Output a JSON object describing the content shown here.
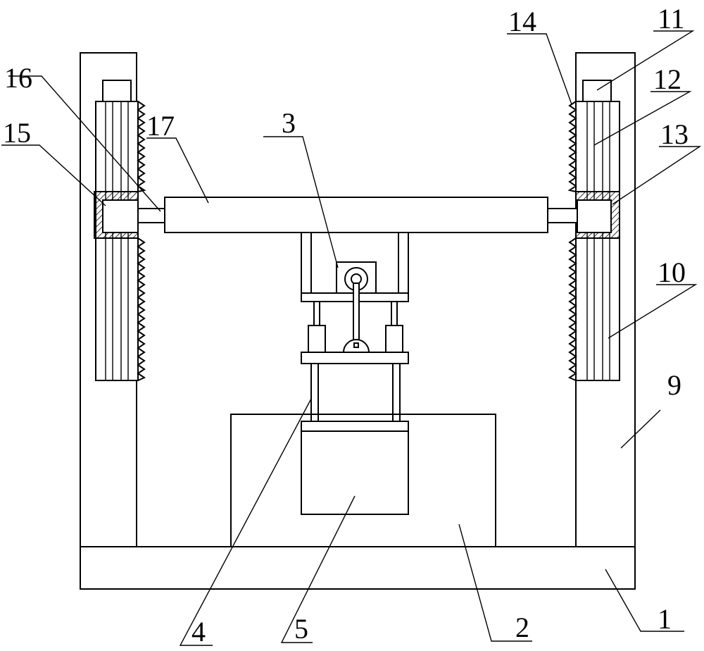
{
  "labels": {
    "l1": "1",
    "l2": "2",
    "l3": "3",
    "l4": "4",
    "l5": "5",
    "l9": "9",
    "l10": "10",
    "l11": "11",
    "l12": "12",
    "l13": "13",
    "l14": "14",
    "l15": "15",
    "l16": "16",
    "l17": "17"
  }
}
